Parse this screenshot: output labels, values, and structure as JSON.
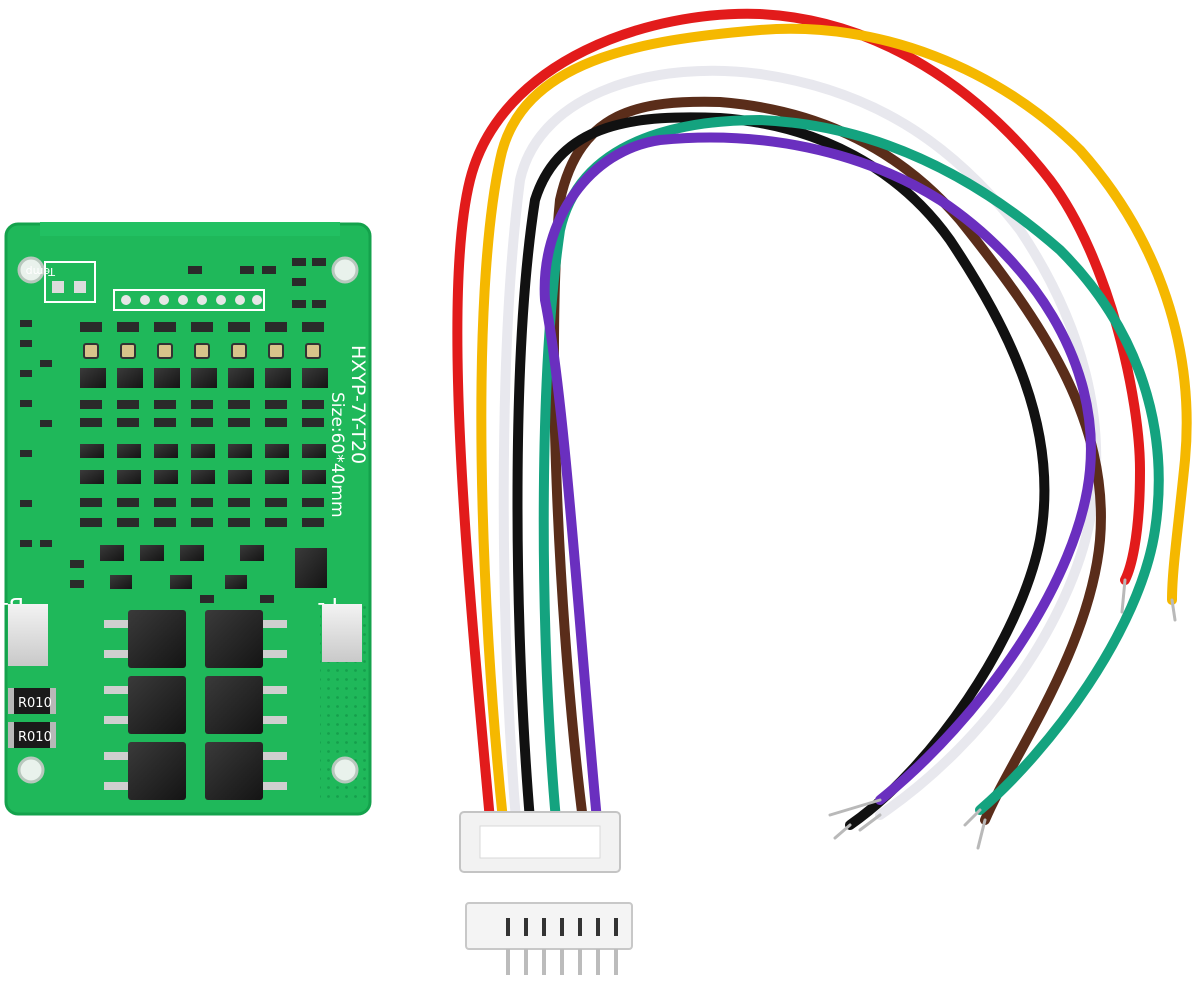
{
  "image": {
    "background_color": "#ffffff",
    "subject": "7-pin battery protection board with cable"
  },
  "board": {
    "model_text": "HXYP-7Y-T20",
    "size_text": "Size:60*40mm",
    "temp_label": "Temp",
    "b_label": "B-",
    "p_label": "P-",
    "resistor_label_1": "R010",
    "resistor_label_2": "R010",
    "pcb_color": "#1fb85a",
    "pcb_edge_color": "#14a24c"
  },
  "cable": {
    "wire_colors": [
      "#e21b1b",
      "#f5b800",
      "#e8e8ee",
      "#5a2d1a",
      "#111111",
      "#14a37f",
      "#6a2fbf"
    ],
    "connector_color": "#f2f2f2",
    "connector_pins": 7
  }
}
